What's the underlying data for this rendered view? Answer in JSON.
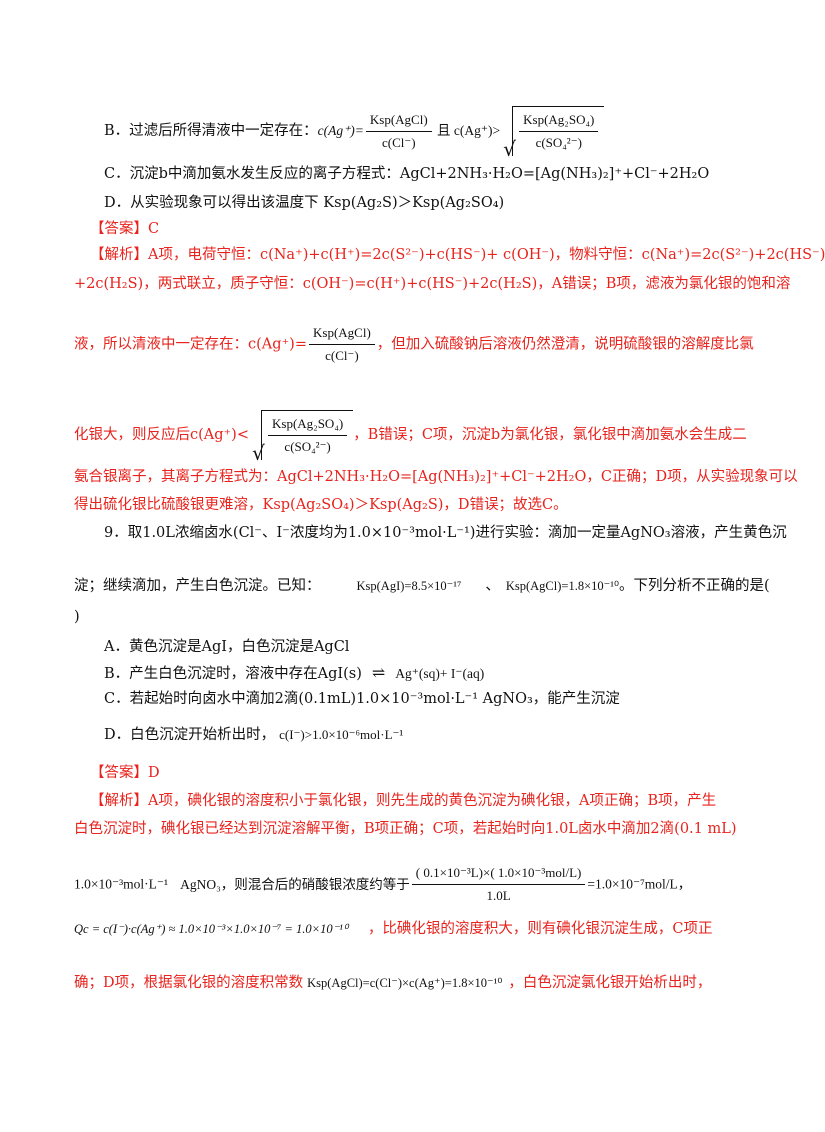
{
  "q8": {
    "optB_pre": "B．过滤后所得清液中一定存在：",
    "optB_eq1_left": "c(Ag⁺)=",
    "optB_eq1_num": "Ksp(AgCl)",
    "optB_eq1_den": "c(Cl⁻)",
    "optB_mid": " 且 c(Ag⁺)>",
    "optB_eq2_num": "Ksp(Ag₂SO₄)",
    "optB_eq2_den": "c(SO₄²⁻)",
    "optC": "C．沉淀b中滴加氨水发生反应的离子方程式：AgCl+2NH₃·H₂O=[Ag(NH₃)₂]⁺+Cl⁻+2H₂O",
    "optD": "D．从实验现象可以得出该温度下 Ksp(Ag₂S)＞Ksp(Ag₂SO₄)",
    "answer": "【答案】C",
    "exp_l1": "【解析】A项，电荷守恒：c(Na⁺)+c(H⁺)=2c(S²⁻)+c(HS⁻)+ c(OH⁻)，物料守恒：c(Na⁺)=2c(S²⁻)+2c(HS⁻)",
    "exp_l2": "+2c(H₂S)，两式联立，质子守恒：c(OH⁻)=c(H⁺)+c(HS⁻)+2c(H₂S)，A错误；B项，滤液为氯化银的饱和溶",
    "exp_l3_pre": "液，所以清液中一定存在：c(Ag⁺)=",
    "exp_l3_num": "Ksp(AgCl)",
    "exp_l3_den": "c(Cl⁻)",
    "exp_l3_post": "，但加入硫酸钠后溶液仍然澄清，说明硫酸银的溶解度比氯",
    "exp_l4_pre": "化银大，则反应后c(Ag⁺)<",
    "exp_l4_num": "Ksp(Ag₂SO₄)",
    "exp_l4_den": "c(SO₄²⁻)",
    "exp_l4_post": "，B错误；C项，沉淀b为氯化银，氯化银中滴加氨水会生成二",
    "exp_l5": "氨合银离子，其离子方程式为：AgCl+2NH₃·H₂O=[Ag(NH₃)₂]⁺+Cl⁻+2H₂O，C正确；D项，从实验现象可以",
    "exp_l6": "得出硫化银比硫酸银更难溶，Ksp(Ag₂SO₄)＞Ksp(Ag₂S)，D错误；故选C。"
  },
  "q9": {
    "stem_l1": "9．取1.0L浓缩卤水(Cl⁻、I⁻浓度均为1.0×10⁻³mol·L⁻¹)进行实验：滴加一定量AgNO₃溶液，产生黄色沉",
    "stem_l2_a": "淀；继续滴加，产生白色沉淀。已知：",
    "stem_l2_b": "Ksp(AgI)=8.5×10⁻¹⁷",
    "stem_l2_c": "、",
    "stem_l2_d": "Ksp(AgCl)=1.8×10⁻¹⁰",
    "stem_l2_e": "。下列分析不正确的是(",
    "stem_l3": ")",
    "optA": "A．黄色沉淀是AgI，白色沉淀是AgCl",
    "optB_a": "B．产生白色沉淀时，溶液中存在AgI(s)",
    "optB_arrow": "⇌",
    "optB_b": "Ag⁺(sq)+ I⁻(aq)",
    "optC": "C．若起始时向卤水中滴加2滴(0.1mL)1.0×10⁻³mol·L⁻¹  AgNO₃，能产生沉淀",
    "optD_a": "D．白色沉淀开始析出时，",
    "optD_b": "c(I⁻)>1.0×10⁻⁶mol·L⁻¹",
    "answer": "【答案】D",
    "exp_l1": "【解析】A项，碘化银的溶度积小于氯化银，则先生成的黄色沉淀为碘化银，A项正确；B项，产生",
    "exp_l2": "白色沉淀时，碘化银已经达到沉淀溶解平衡，B项正确；C项，若起始时向1.0L卤水中滴加2滴(0.1 mL)",
    "exp_l3_a": "1.0×10⁻³mol·L⁻¹",
    "exp_l3_b": "AgNO₃，则混合后的硝酸银浓度约等于",
    "exp_l3_num": "( 0.1×10⁻³L)×( 1.0×10⁻³mol/L)",
    "exp_l3_den": "1.0L",
    "exp_l3_c": "=1.0×10⁻⁷mol/L，",
    "exp_l4_a": "Qc = c(I⁻)·c(Ag⁺) ≈ 1.0×10⁻³×1.0×10⁻⁷ = 1.0×10⁻¹⁰",
    "exp_l4_b": "，比碘化银的溶度积大，则有碘化银沉淀生成，C项正",
    "exp_l5_a": "确；D项，根据氯化银的溶度积常数",
    "exp_l5_b": "Ksp(AgCl)=c(Cl⁻)×c(Ag⁺)=1.8×10⁻¹⁰",
    "exp_l5_c": "，白色沉淀氯化银开始析出时，"
  }
}
